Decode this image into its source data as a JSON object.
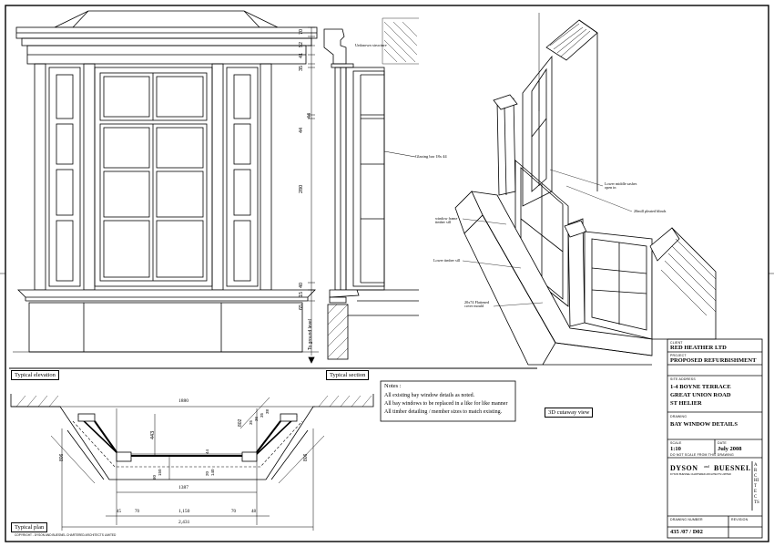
{
  "views": {
    "elevation_label": "Typical elevation",
    "section_label": "Typical section",
    "plan_label": "Typical plan",
    "cutaway_label": "3D cutaway view"
  },
  "section_dims": [
    "70",
    "52",
    "41",
    "35",
    "44",
    "44",
    "280",
    "40",
    "15",
    "65"
  ],
  "section_notes": {
    "existing_structure": "Unknown structure",
    "ground_level": "To ground level",
    "glazing": "Glazing bar 18x 44"
  },
  "cutaway_notes": {
    "lower_sashes": "Lower middle sashes open in",
    "pleated_blinds": "20mill pleated blinds",
    "window_frame": "window frame timber sill",
    "lower_sill": "Lower timber sill",
    "cover_mould": "20x74 Flattened cover mould"
  },
  "plan_dims": {
    "overall_top": "1880",
    "d443": "443",
    "d802": "802",
    "d35a": "35",
    "d36a": "36",
    "d35b": "35",
    "d38": "38",
    "d150": "150",
    "d60": "60",
    "d20": "20",
    "d140": "140",
    "d44": "44",
    "left_return": "806",
    "right_return": "806",
    "d1387": "1387",
    "d45": "45",
    "d70a": "70",
    "d1150": "1,150",
    "d70b": "70",
    "d48": "48",
    "overall_bottom": "2,431"
  },
  "notes": {
    "heading": "Notes :",
    "lines": [
      "All existing bay window details as noted.",
      "All bay windows to be replaced in a like for like manner",
      "All timber detailing / member sizes to match existing."
    ]
  },
  "title_block": {
    "client_head": "CLIENT",
    "client": "RED HEATHER LTD",
    "project_head": "PROJECT",
    "project": "PROPOSED REFURBISHMENT",
    "site_head": "SITE ADDRESS",
    "site_lines": [
      "1-4 BOYNE TERRACE",
      "GREAT UNION ROAD",
      "ST HELIER"
    ],
    "drawing_head": "DRAWING",
    "drawing": "BAY WINDOW DETAILS",
    "scale_head": "SCALE",
    "scale": "1:10",
    "date_head": "DATE",
    "date": "July 2008",
    "do_not_scale": "DO NOT SCALE FROM THIS DRAWING",
    "firm_a": "DYSON",
    "firm_and": "and",
    "firm_b": "BUESNEL",
    "firm_sub": "DYSON BUESNEL CHARTERED ARCHITECTS LIMITED",
    "firm_vertical": "ARCHITECTS",
    "number_head": "DRAWING NUMBER",
    "revision_head": "REVISION",
    "number": "435 /07 / D02"
  },
  "copyright": "COPYRIGHT - DYSON AND BUESNEL CHARTERED ARCHITECTS LIMITED"
}
